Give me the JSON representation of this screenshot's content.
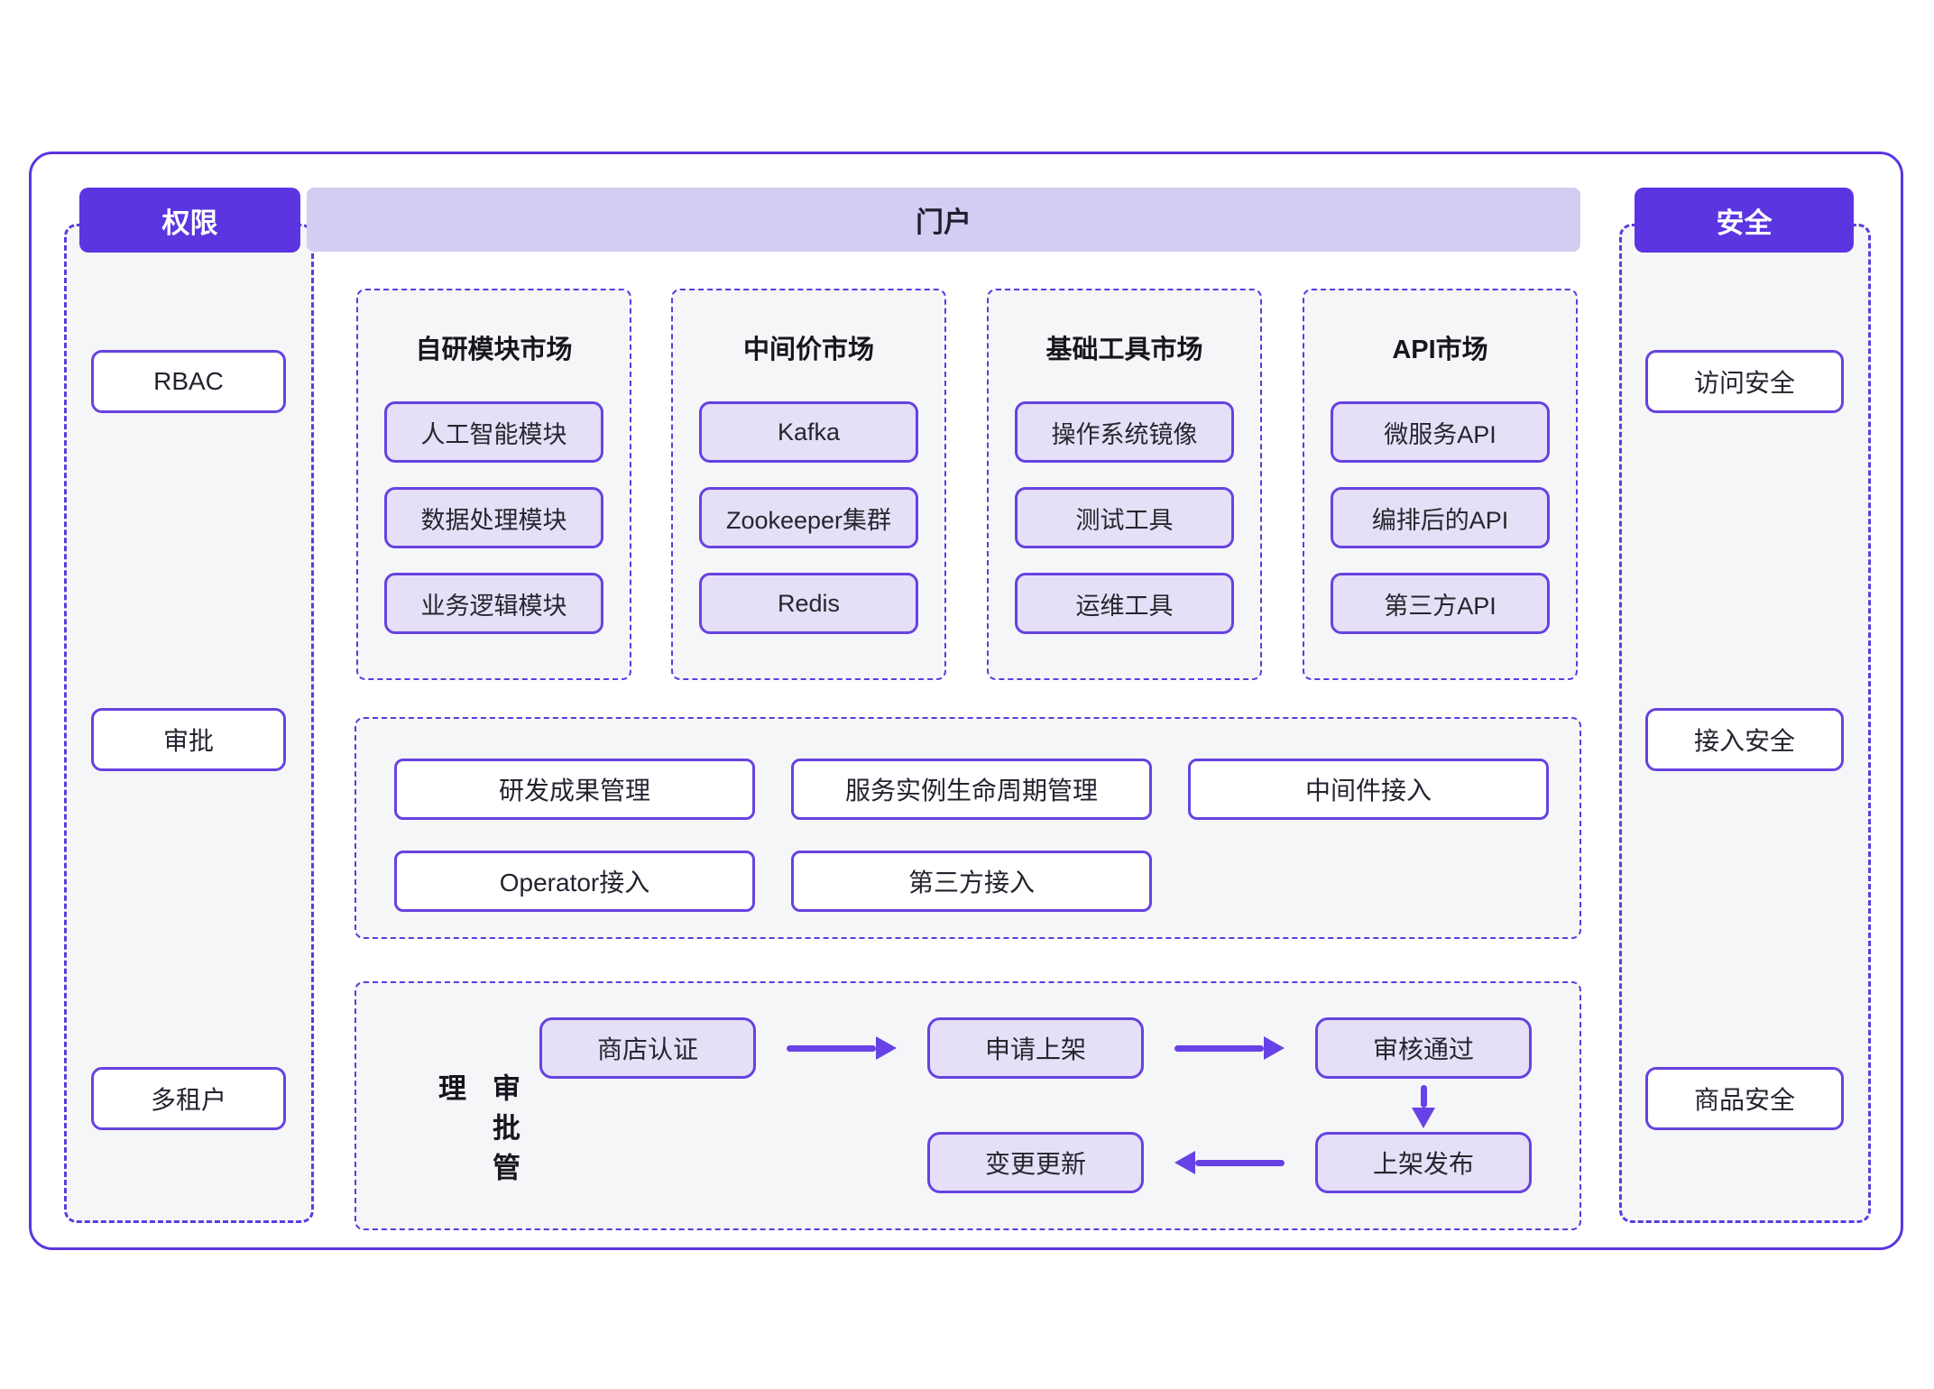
{
  "colors": {
    "accent": "#5b35e0",
    "accent_light_banner": "#d5ccf4",
    "node_fill": "#e5dff7",
    "node_border": "#6742e0",
    "section_bg": "#f5f6f8",
    "text_dark": "#1d1d29"
  },
  "left_pillar": {
    "title": "权限",
    "items": [
      "RBAC",
      "审批",
      "多租户"
    ]
  },
  "right_pillar": {
    "title": "安全",
    "items": [
      "访问安全",
      "接入安全",
      "商品安全"
    ]
  },
  "portal": {
    "title": "门户"
  },
  "markets": [
    {
      "title": "自研模块市场",
      "items": [
        "人工智能模块",
        "数据处理模块",
        "业务逻辑模块"
      ]
    },
    {
      "title": "中间价市场",
      "items": [
        "Kafka",
        "Zookeeper集群",
        "Redis"
      ]
    },
    {
      "title": "基础工具市场",
      "items": [
        "操作系统镜像",
        "测试工具",
        "运维工具"
      ]
    },
    {
      "title": "API市场",
      "items": [
        "微服务API",
        "编排后的API",
        "第三方API"
      ]
    }
  ],
  "management": {
    "row1": [
      "研发成果管理",
      "服务实例生命周期管理",
      "中间件接入"
    ],
    "row2": [
      "Operator接入",
      "第三方接入"
    ]
  },
  "approval": {
    "label": "审批管理",
    "steps": {
      "store_cert": "商店认证",
      "apply": "申请上架",
      "review": "审核通过",
      "publish": "上架发布",
      "update": "变更更新"
    }
  }
}
